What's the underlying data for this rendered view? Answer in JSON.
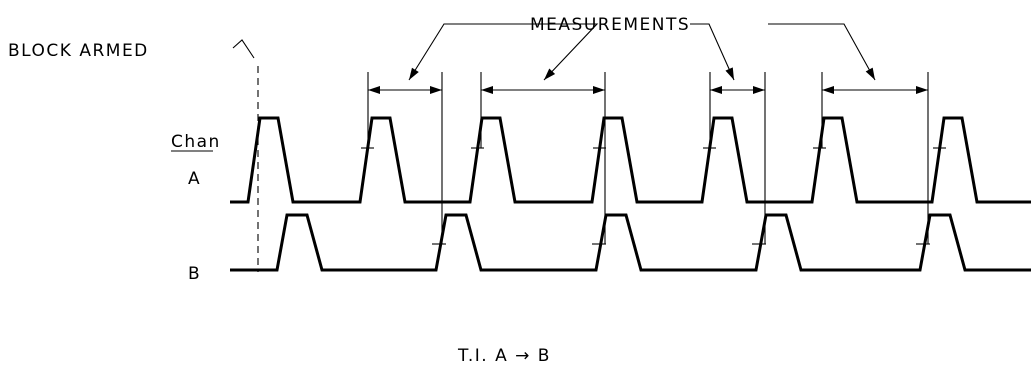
{
  "labels": {
    "block_armed": "BLOCK ARMED",
    "measurements": "MEASUREMENTS",
    "chan_header": "Chan",
    "channel_a": "A",
    "channel_b": "B",
    "caption": "T.I.  A → B"
  }
}
